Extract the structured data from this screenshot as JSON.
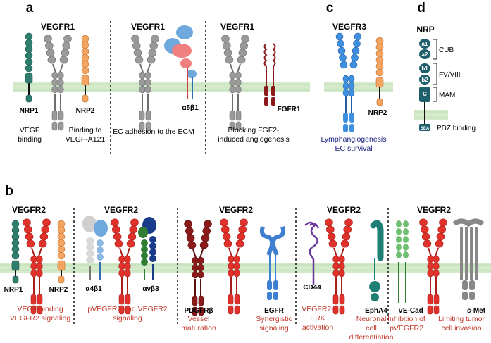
{
  "panels": {
    "a": "a",
    "b": "b",
    "c": "c",
    "d": "d"
  },
  "panel_a": {
    "group1": {
      "receptor": "VEGFR1",
      "coreceptor_left": "NRP1",
      "coreceptor_right": "NRP2",
      "caption_left": [
        "VEGF",
        "binding"
      ],
      "caption_right": [
        "Binding to",
        "VEGF-A121"
      ]
    },
    "group2": {
      "receptor": "VEGFR1",
      "partner": "α5β1",
      "caption": [
        "EC adhesion to the ECM"
      ]
    },
    "group3": {
      "receptor": "VEGFR1",
      "partner": "FGFR1",
      "caption": [
        "Blocking FGF2-",
        "induced angiogenesis"
      ]
    }
  },
  "panel_c": {
    "receptor": "VEGFR3",
    "partner": "NRP2",
    "caption": [
      "Lymphangiogenesis",
      "EC survival"
    ]
  },
  "panel_d": {
    "title": "NRP",
    "domains": [
      "a1",
      "a2",
      "b1",
      "b2",
      "C",
      "SEA"
    ],
    "labels": [
      "CUB",
      "FV/VIII",
      "MAM",
      "PDZ binding"
    ]
  },
  "panel_b": {
    "group1": {
      "receptor": "VEGFR2",
      "partner_left": "NRP1",
      "partner_right": "NRP2",
      "caption": [
        "VEGF binding",
        "VEGFR2 signaling"
      ]
    },
    "group2": {
      "receptor": "VEGFR2",
      "partner_left": "α4β1",
      "partner_right": "αvβ3",
      "caption": [
        "pVEGFR2 and VEGFR2",
        "signaling"
      ]
    },
    "group3": {
      "receptor": "VEGFR2",
      "partner_left": "PDGFRβ",
      "partner_right": "EGFR",
      "caption_left": [
        "Vessel",
        "maturation"
      ],
      "caption_right": [
        "Synergistic",
        "signaling"
      ]
    },
    "group4": {
      "receptor": "VEGFR2",
      "partner_left": "CD44",
      "partner_right": "EphA4",
      "caption_left": [
        "VEGFR2-",
        "ERK",
        "activation"
      ],
      "caption_right": [
        "Neuronal",
        "cell",
        "differentiation"
      ]
    },
    "group5": {
      "receptor": "VEGFR2",
      "partner_left": "VE-Cad",
      "partner_right": "c-Met",
      "caption_left": [
        "Inhibition of",
        "pVEGFR2"
      ],
      "caption_right": [
        "Limiting tumor",
        "cell invasion"
      ]
    }
  },
  "colors": {
    "membrane": "#cfe8c4",
    "vegfr": "#9a9a9a",
    "vegfr_dark": "#6f6f6f",
    "vegfr2": "#e0312b",
    "vegfr2_dark": "#a81f1a",
    "vegfr3": "#3f8fe0",
    "nrp1": "#2e7d6e",
    "nrp2": "#f3a461",
    "fgfr": "#8b1a1a",
    "egfr": "#3e7fd0",
    "alpha5": "#f08080",
    "beta1": "#6fa8dc",
    "caption_red": "#c0392b",
    "caption_blue": "#1a237e",
    "nrp_domain": "#1f5f6b"
  }
}
